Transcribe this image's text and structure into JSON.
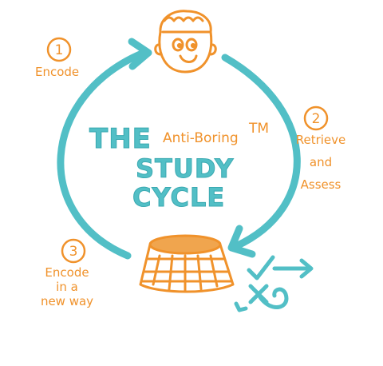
{
  "colors": {
    "teal": "#52bfc6",
    "orange": "#f0922b",
    "background": "#ffffff"
  },
  "title": {
    "the": "THE",
    "anti_boring": "Anti-Boring",
    "trademark": "TM",
    "study": "STUDY",
    "cycle": "CYCLE"
  },
  "steps": [
    {
      "number": "1",
      "lines": [
        "Encode"
      ]
    },
    {
      "number": "2",
      "lines": [
        "Retrieve",
        "and",
        "Assess"
      ]
    },
    {
      "number": "3",
      "lines": [
        "Encode",
        "in a",
        "new way"
      ]
    }
  ],
  "icons": {
    "top": "student-head-icon",
    "bottom": "waffle-basket-icon",
    "side": "check-x-arrows-icon"
  }
}
